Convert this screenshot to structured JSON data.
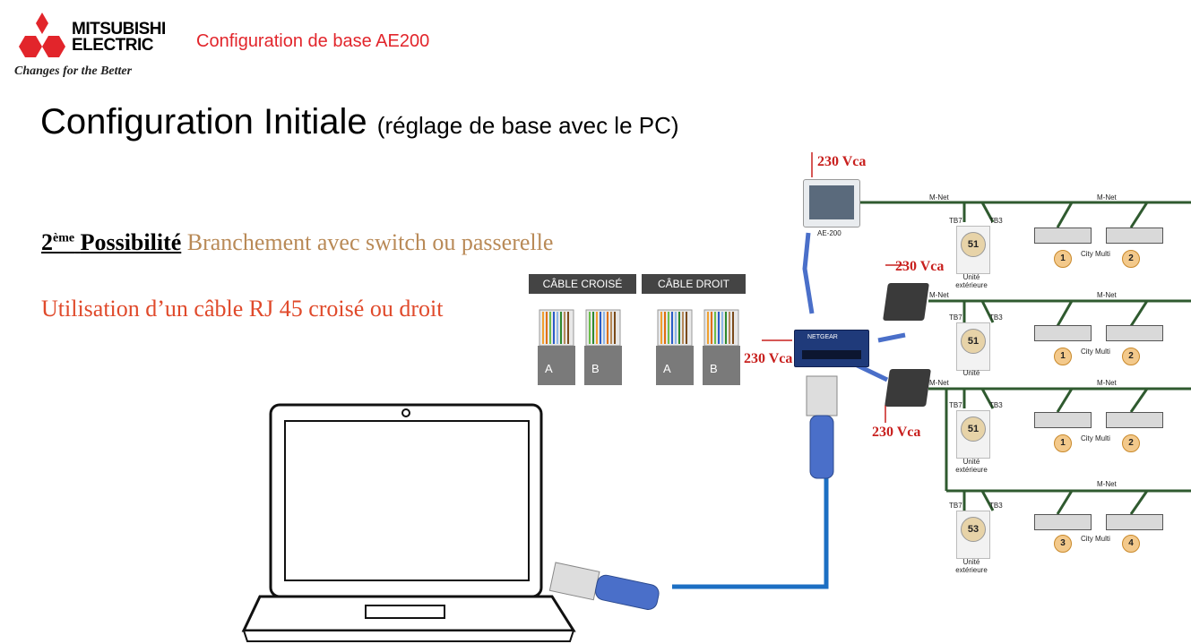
{
  "brand": {
    "name_line1": "MITSUBISHI",
    "name_line2": "ELECTRIC",
    "tagline": "Changes for the Better",
    "color": "#e2252b"
  },
  "header": {
    "title": "Configuration de base AE200"
  },
  "main": {
    "title": "Configuration Initiale",
    "title_sub": "(réglage de base avec le PC)",
    "possibility_number": "2",
    "possibility_sup": "ème",
    "possibility_word": "Possibilité",
    "possibility_rest": "Branchement avec switch ou passerelle",
    "utilisation": "Utilisation d’un câble RJ 45 croisé ou droit"
  },
  "cables": {
    "crossed_label": "CÂBLE CROISÉ",
    "straight_label": "CÂBLE DROIT",
    "plug_a": "A",
    "plug_b": "B"
  },
  "diagram": {
    "power_label": "230 Vca",
    "ae200_label": "AE-200",
    "mnet": "M-Net",
    "tb7": "TB7",
    "tb3": "TB3",
    "outdoor_unit": "Unité extérieure",
    "unit": "Unité",
    "city_multi": "City Multi",
    "switch_brand": "NETGEAR",
    "oudoor_numbers": [
      "51",
      "51",
      "51",
      "53"
    ],
    "indoor_numbers": [
      [
        "1",
        "2"
      ],
      [
        "1",
        "2"
      ],
      [
        "1",
        "2"
      ],
      [
        "3",
        "4"
      ]
    ]
  }
}
